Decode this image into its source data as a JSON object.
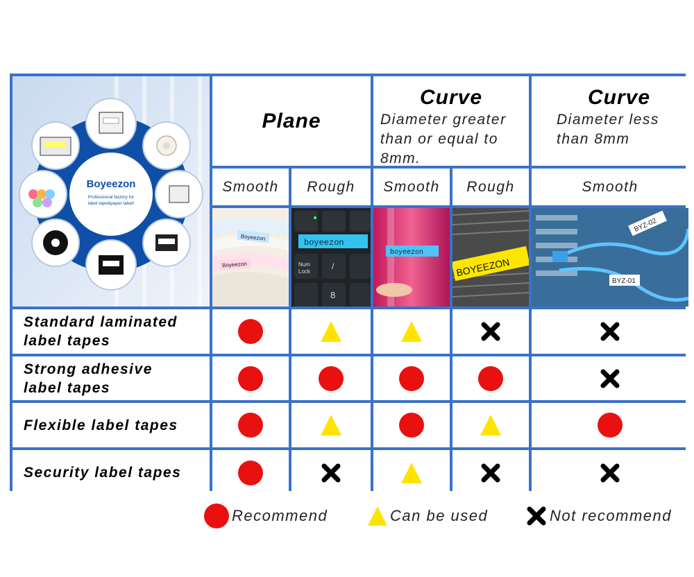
{
  "brand": {
    "name": "Boyeezon",
    "tagline_1": "Professional factory for",
    "tagline_2": "label tape&paper label!"
  },
  "headers": {
    "plane": "Plane",
    "curve_1_title": "Curve",
    "curve_1_desc_1": "Diameter greater",
    "curve_1_desc_2": "than or equal to",
    "curve_1_desc_3": "8mm.",
    "curve_2_title": "Curve",
    "curve_2_desc_1": "Diameter less",
    "curve_2_desc_2": "than 8mm"
  },
  "subheaders": [
    "Smooth",
    "Rough",
    "Smooth",
    "Rough",
    "Smooth"
  ],
  "photos": {
    "p1_label_a": "Boyeezon",
    "p1_label_b": "Boyeezon",
    "p2_label": "boyeezon",
    "p2_key_a": "Num",
    "p2_key_b": "Lock",
    "p2_key_c": "/",
    "p2_key_d": "8",
    "p3_label": "boyeezon",
    "p4_label": "BOYEEZON",
    "p5_label_a": "BYZ-02",
    "p5_label_b": "BYZ-01"
  },
  "rows": [
    {
      "label_1": "Standard laminated",
      "label_2": "label tapes",
      "marks": [
        "recommend",
        "can",
        "can",
        "not",
        "not"
      ]
    },
    {
      "label_1": "Strong adhesive",
      "label_2": "label tapes",
      "marks": [
        "recommend",
        "recommend",
        "recommend",
        "recommend",
        "not"
      ]
    },
    {
      "label_1": "Flexible label tapes",
      "label_2": "",
      "marks": [
        "recommend",
        "can",
        "recommend",
        "can",
        "recommend"
      ]
    },
    {
      "label_1": "Security label tapes",
      "label_2": "",
      "marks": [
        "recommend",
        "not",
        "can",
        "not",
        "not"
      ]
    }
  ],
  "legend": {
    "recommend": "Recommend",
    "can": "Can be used",
    "not": "Not recommend"
  },
  "colors": {
    "grid": "#3a72c8",
    "recommend": "#e8110f",
    "can": "#ffe400",
    "not": "#000000"
  }
}
